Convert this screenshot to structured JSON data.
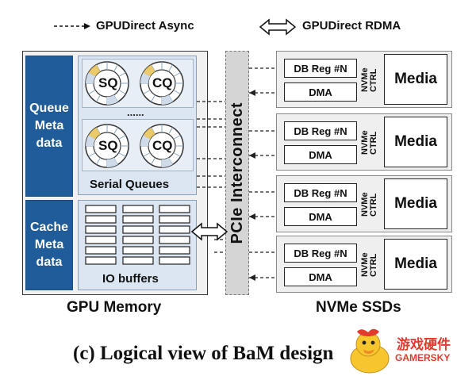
{
  "legend": {
    "async_label": "GPUDirect Async",
    "rdma_label": "GPUDirect RDMA"
  },
  "gpu_memory": {
    "queue_meta": "Queue\nMeta\ndata",
    "cache_meta": "Cache\nMeta\ndata",
    "sq_label": "SQ",
    "cq_label": "CQ",
    "dots": "......",
    "serial_queues_label": "Serial Queues",
    "io_buffers_label": "IO buffers",
    "bottom_label": "GPU Memory"
  },
  "interconnect": {
    "label": "PCIe Interconnect"
  },
  "ssds": {
    "bottom_label": "NVMe SSDs",
    "units": [
      {
        "db_reg": "DB Reg #N",
        "dma": "DMA",
        "ctrl": "NVMe\nCTRL",
        "media": "Media"
      },
      {
        "db_reg": "DB Reg #N",
        "dma": "DMA",
        "ctrl": "NVMe\nCTRL",
        "media": "Media"
      },
      {
        "db_reg": "DB Reg #N",
        "dma": "DMA",
        "ctrl": "NVMe\nCTRL",
        "media": "Media"
      },
      {
        "db_reg": "DB Reg #N",
        "dma": "DMA",
        "ctrl": "NVMe\nCTRL",
        "media": "Media"
      }
    ]
  },
  "caption": "(c) Logical view of BaM design",
  "watermark": {
    "main": "游戏硬件",
    "sub": "GAMERSKY"
  },
  "colors": {
    "meta_blue": "#1f5c99",
    "panel_light": "#dbe6f2",
    "pcie_gray": "#d5d5d5",
    "ssd_gray": "#efefef",
    "watermark_red": "#e23b2e"
  }
}
